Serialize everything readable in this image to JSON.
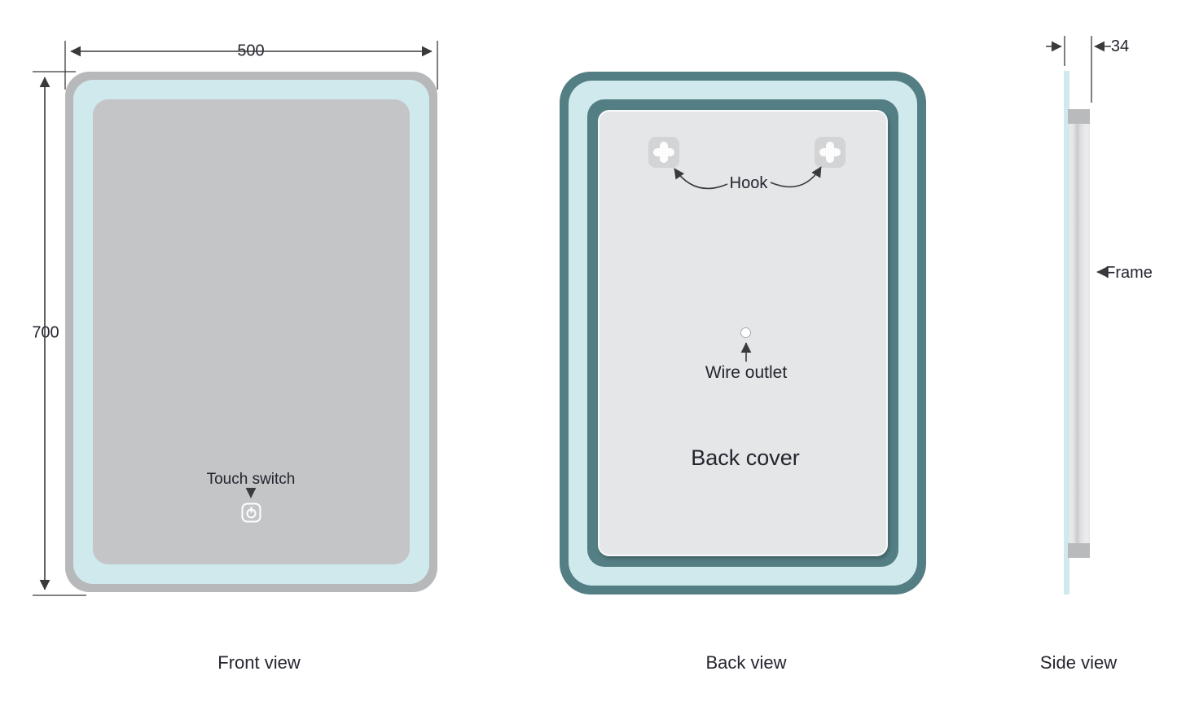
{
  "diagram": {
    "front_view": {
      "caption": "Front view",
      "width_dimension": "500",
      "height_dimension": "700",
      "touch_switch_label": "Touch switch"
    },
    "back_view": {
      "caption": "Back view",
      "hook_label": "Hook",
      "wire_outlet_label": "Wire outlet",
      "back_cover_label": "Back cover"
    },
    "side_view": {
      "caption": "Side view",
      "thickness_dimension": "34",
      "frame_label": "Frame"
    }
  },
  "colors": {
    "teal_frame": "#537e84",
    "led_ring": "#cfe9ed",
    "mirror_gray": "#c3c5c7",
    "frame_gray": "#b6b8ba",
    "back_cover_gray": "#e5e6e8",
    "hook_gray": "#d3d4d6",
    "cap_gray": "#b9babc",
    "line_color": "#3a3a3a",
    "text_color": "#24252e"
  }
}
